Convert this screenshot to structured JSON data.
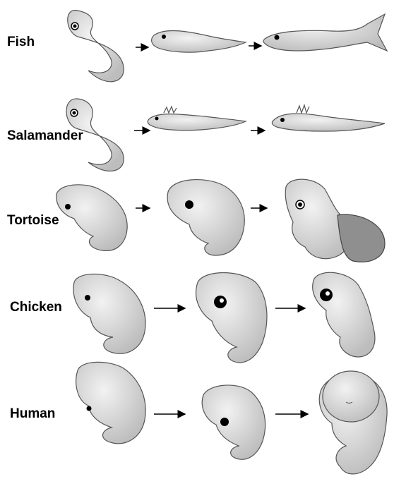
{
  "rows": [
    {
      "label": "Fish"
    },
    {
      "label": "Salamander"
    },
    {
      "label": "Tortoise"
    },
    {
      "label": "Chicken"
    },
    {
      "label": "Human"
    }
  ],
  "colors": {
    "body_fill": "#dcdcdc",
    "body_stroke": "#555555",
    "arrow": "#000000",
    "eye": "#000000"
  }
}
